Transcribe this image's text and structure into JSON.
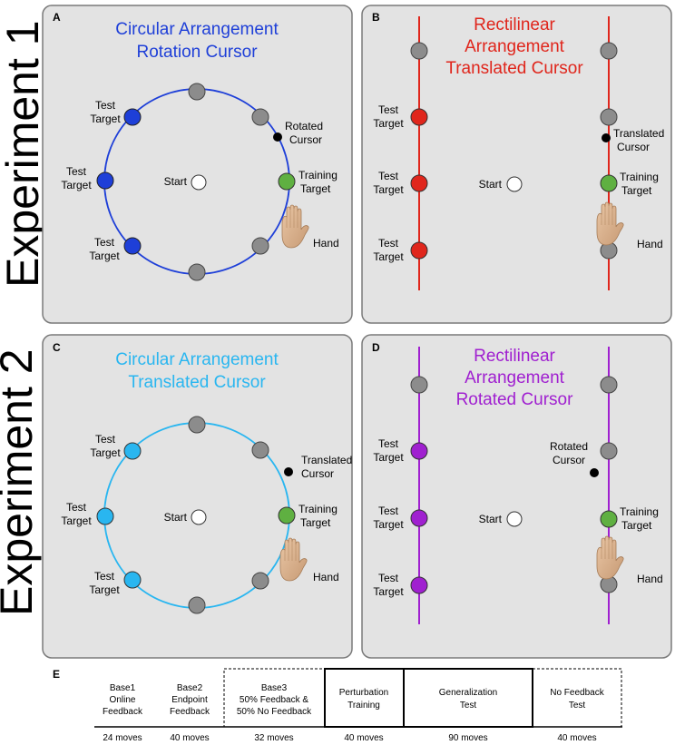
{
  "experiments": {
    "exp1": "Experiment 1",
    "exp2": "Experiment 2"
  },
  "panels": {
    "A": {
      "letter": "A",
      "title1": "Circular Arrangement",
      "title2": "Rotation Cursor",
      "color": "#1e3fd8",
      "test_target": [
        "Test",
        "Target"
      ],
      "start": "Start",
      "cursor": [
        "Rotated",
        "Cursor"
      ],
      "training": [
        "Training",
        "Target"
      ],
      "hand": "Hand"
    },
    "B": {
      "letter": "B",
      "title1": "Rectilinear",
      "title2": "Arrangement",
      "title3": "Translated Cursor",
      "color": "#e0261c",
      "test_target": [
        "Test",
        "Target"
      ],
      "start": "Start",
      "cursor": [
        "Translated",
        "Cursor"
      ],
      "training": [
        "Training",
        "Target"
      ],
      "hand": "Hand"
    },
    "C": {
      "letter": "C",
      "title1": "Circular Arrangement",
      "title2": "Translated Cursor",
      "color": "#29b6f0",
      "test_target": [
        "Test",
        "Target"
      ],
      "start": "Start",
      "cursor": [
        "Translated",
        "Cursor"
      ],
      "training": [
        "Training",
        "Target"
      ],
      "hand": "Hand"
    },
    "D": {
      "letter": "D",
      "title1": "Rectilinear",
      "title2": "Arrangement",
      "title3": "Rotated Cursor",
      "color": "#a020d0",
      "test_target": [
        "Test",
        "Target"
      ],
      "start": "Start",
      "cursor": [
        "Rotated",
        "Cursor"
      ],
      "training": [
        "Training",
        "Target"
      ],
      "hand": "Hand"
    }
  },
  "colors": {
    "gray_target": "#8c8c8c",
    "training_target": "#5fb041",
    "panel_bg": "#e3e3e3"
  },
  "timeline": {
    "letter": "E",
    "phases": [
      {
        "label": [
          "Base1",
          "Online",
          "Feedback"
        ],
        "moves": "24 moves",
        "border": "none"
      },
      {
        "label": [
          "Base2",
          "Endpoint",
          "Feedback"
        ],
        "moves": "40 moves",
        "border": "none"
      },
      {
        "label": [
          "Base3",
          "50% Feedback &",
          "50% No Feedback"
        ],
        "moves": "32 moves",
        "border": "dashed"
      },
      {
        "label": [
          "Perturbation",
          "Training"
        ],
        "moves": "40 moves",
        "border": "solid"
      },
      {
        "label": [
          "Generalization",
          "Test"
        ],
        "moves": "90 moves",
        "border": "solid"
      },
      {
        "label": [
          "No Feedback",
          "Test"
        ],
        "moves": "40 moves",
        "border": "dashed"
      }
    ]
  }
}
